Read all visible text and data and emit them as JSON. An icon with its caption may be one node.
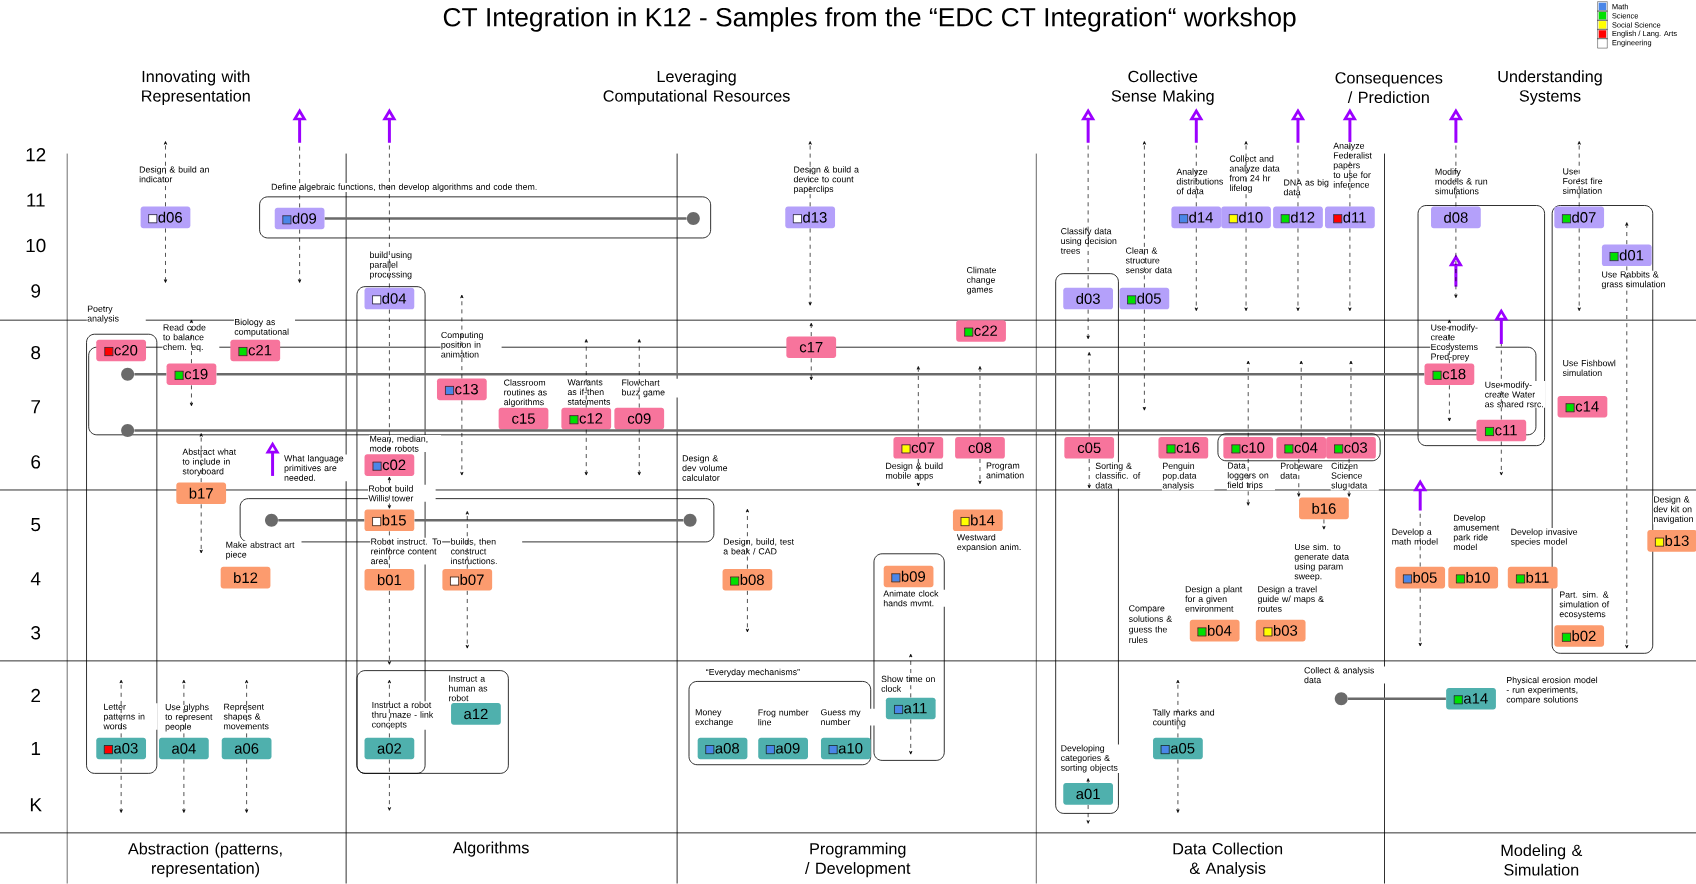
{
  "diagram": {
    "title": "CT Integration in K12 - Samples from the “EDC CT Integration“ workshop",
    "nodes": [
      {
        "text": [
          "d06"
        ],
        "beside": [
          "Design & build an indicator"
        ]
      },
      {
        "text": [
          "d09"
        ],
        "beside": [
          "Define algebraic functions, then develop algorithms and code them."
        ]
      },
      {
        "text": [
          "d04"
        ],
        "beside": [
          "build using parallel processing"
        ]
      },
      {
        "text": [
          "d13"
        ],
        "beside": [
          "Design & build a device to count paperclips"
        ]
      },
      {
        "text": [
          "d03"
        ],
        "beside": [
          "Classify data using decision trees"
        ]
      },
      {
        "text": [
          "d05"
        ],
        "beside": [
          "Clean & structure sensor data"
        ]
      },
      {
        "text": [
          "d14"
        ],
        "beside": [
          "Analyze distributions of data"
        ]
      },
      {
        "text": [
          "d10"
        ],
        "beside": [
          "Collect and analyze data from 24 hr lifelog"
        ]
      },
      {
        "text": [
          "d12"
        ],
        "beside": [
          "DNA as big data"
        ]
      },
      {
        "text": [
          "d11"
        ],
        "beside": [
          "Analyze Federalist papers to use for inference"
        ]
      },
      {
        "text": [
          "d08"
        ],
        "beside": [
          "Modify models & run simulations"
        ]
      },
      {
        "text": [
          "d07"
        ],
        "beside": [
          "Use Forest fire simulation"
        ]
      },
      {
        "text": [
          "d01"
        ],
        "beside": [
          "Use Rabbits & grass simulation"
        ]
      },
      {
        "text": [
          "c20"
        ],
        "beside": [
          "Poetry analysis"
        ]
      },
      {
        "text": [
          "c21"
        ],
        "beside": [
          "Biology as computational"
        ]
      },
      {
        "text": [
          "c19"
        ],
        "beside": [
          "Read code to balance chem. eq."
        ]
      },
      {
        "text": [
          "c13"
        ],
        "beside": [
          "Computing position in animation"
        ]
      },
      {
        "text": [
          "c15"
        ],
        "beside": [
          "Classroom routines as algorithms"
        ]
      },
      {
        "text": [
          "c12"
        ],
        "beside": [
          "Warrants as if-then statements"
        ]
      },
      {
        "text": [
          "c09"
        ],
        "beside": [
          "Flowchart buzz game"
        ]
      },
      {
        "text": [
          "c17"
        ]
      },
      {
        "text": [
          "c22"
        ],
        "beside": [
          "Climate change games"
        ]
      },
      {
        "text": [
          "c02"
        ],
        "beside": [
          "Mean, median, mode robots"
        ]
      },
      {
        "text": [
          "c07"
        ],
        "beside": [
          "Design & build mobile apps"
        ]
      },
      {
        "text": [
          "c08"
        ],
        "beside": [
          "Program animation"
        ]
      },
      {
        "text": [
          "c05"
        ],
        "beside": [
          "Sorting & classific. of data"
        ]
      },
      {
        "text": [
          "c16"
        ],
        "beside": [
          "Penguin pop.data analysis"
        ]
      },
      {
        "text": [
          "c10"
        ],
        "beside": [
          "Data loggers on field trips"
        ]
      },
      {
        "text": [
          "c04"
        ],
        "beside": [
          "Probeware data"
        ]
      },
      {
        "text": [
          "c03"
        ],
        "beside": [
          "Citizen Science slug data"
        ]
      },
      {
        "text": [
          "c18"
        ],
        "beside": [
          "Use-modify-create Ecosystems Pred-prey"
        ]
      },
      {
        "text": [
          "c11"
        ],
        "beside": [
          "Use-modify-create Water as shared rsrc."
        ]
      },
      {
        "text": [
          "c14"
        ],
        "beside": [
          "Use Fishbowl simulation"
        ]
      },
      {
        "text": [
          "b17"
        ],
        "beside": [
          "Abstract what to include in storyboard"
        ]
      },
      {
        "text": [
          "b15"
        ],
        "beside": [
          "Robot build Willis tower"
        ]
      },
      {
        "text": [
          "b12"
        ],
        "beside": [
          "Make abstract art piece"
        ]
      },
      {
        "text": [
          "b01"
        ],
        "beside": [
          "Robot instruct. To reinforce content area"
        ]
      },
      {
        "text": [
          "b07"
        ],
        "beside": [
          "builds, then construct instructions."
        ]
      },
      {
        "text": [
          "b08"
        ],
        "beside": [
          "Design, build, test a beak / CAD"
        ]
      },
      {
        "text": [
          "b09"
        ],
        "beside": [
          "Animate clock hands mvmt."
        ]
      },
      {
        "text": [
          "b14"
        ],
        "beside": [
          "Westward expansion anim."
        ]
      },
      {
        "text": [
          "b16"
        ],
        "beside": [
          "Use sim. to generate data using param sweep."
        ]
      },
      {
        "text": [
          "b04"
        ],
        "beside": [
          "Design a plant for a given environment"
        ]
      },
      {
        "text": [
          "b03"
        ],
        "beside": [
          "Design a travel guide w/ maps & routes"
        ]
      },
      {
        "text": [
          "b05"
        ],
        "beside": [
          "Develop a math model"
        ]
      },
      {
        "text": [
          "b10"
        ],
        "beside": [
          "Develop amusement park ride model"
        ]
      },
      {
        "text": [
          "b11"
        ],
        "beside": [
          "Develop invasive species model"
        ]
      },
      {
        "text": [
          "b02"
        ],
        "beside": [
          "Part. sim. & simulation of ecosystems"
        ]
      },
      {
        "text": [
          "b13"
        ],
        "beside": [
          "Design & dev kit on navigation"
        ]
      },
      {
        "text": [
          "a03"
        ],
        "beside": [
          "Letter patterns in words"
        ]
      },
      {
        "text": [
          "a04"
        ],
        "beside": [
          "Use glyphs to represent people"
        ]
      },
      {
        "text": [
          "a06"
        ],
        "beside": [
          "Represent shapes & movements"
        ]
      },
      {
        "text": [
          "a02"
        ],
        "beside": [
          "Instruct a robot thru maze - link concepts"
        ]
      },
      {
        "text": [
          "a12"
        ],
        "beside": [
          "Instruct a human as robot"
        ]
      },
      {
        "text": [
          "a08"
        ],
        "beside": [
          "Money exchange"
        ]
      },
      {
        "text": [
          "a09"
        ],
        "beside": [
          "Frog number line"
        ]
      },
      {
        "text": [
          "a10"
        ],
        "beside": [
          "Guess my number"
        ]
      },
      {
        "text": [
          "a11"
        ],
        "beside": [
          "Show time on clock"
        ]
      },
      {
        "text": [
          "a01"
        ],
        "beside": [
          "Developing categories & sorting objects"
        ]
      },
      {
        "text": [
          "a05"
        ],
        "beside": [
          "Tally marks and counting"
        ]
      },
      {
        "text": [
          "a14"
        ],
        "beside": [
          "Physical erosion model - run experiments, compare solutions"
        ]
      },
      {
        "text": [],
        "shape": "circle"
      },
      {
        "text": [],
        "shape": "circle"
      },
      {
        "text": [],
        "shape": "circle"
      },
      {
        "text": [],
        "shape": "circle",
        "beside": [
          "What language primitives are needed."
        ]
      },
      {
        "text": [],
        "shape": "circle",
        "beside": [
          "Design & dev volume calculator"
        ]
      },
      {
        "text": [],
        "shape": "circle",
        "beside": [
          "Collect & analysis data"
        ]
      }
    ],
    "edges": [
      {
        "from": 1,
        "to": 61,
        "arrow": "none",
        "color": "#6a6a6a"
      },
      {
        "from": 62,
        "to": 15,
        "arrow": "none",
        "color": "#6a6a6a"
      },
      {
        "from": 15,
        "to": 30,
        "arrow": "none",
        "color": "#6a6a6a"
      },
      {
        "from": 63,
        "to": 31,
        "arrow": "none",
        "color": "#6a6a6a"
      },
      {
        "from": 64,
        "to": 34,
        "arrow": "none",
        "color": "#6a6a6a"
      },
      {
        "from": 34,
        "to": 65,
        "arrow": "none",
        "color": "#6a6a6a"
      },
      {
        "from": 66,
        "to": 60,
        "arrow": "none",
        "color": "#6a6a6a"
      },
      {
        "from": 0,
        "to": null,
        "arrow": "to",
        "style": "dashed"
      },
      {
        "from": 0,
        "to": null,
        "arrow": "to",
        "style": "dashed"
      },
      {
        "from": 1,
        "to": null,
        "arrow": "none",
        "style": "dashed"
      },
      {
        "from": 1,
        "to": null,
        "arrow": "to",
        "style": "dashed"
      },
      {
        "from": 2,
        "to": null,
        "arrow": "none",
        "style": "dashed"
      },
      {
        "from": 2,
        "to": 22,
        "arrow": "none",
        "style": "dashed"
      },
      {
        "from": 22,
        "to": 34,
        "arrow": "both",
        "style": "dashed"
      },
      {
        "from": 34,
        "to": 36,
        "arrow": "none",
        "style": "dashed"
      },
      {
        "from": 36,
        "to": null,
        "arrow": "to",
        "style": "dashed"
      },
      {
        "from": 52,
        "to": null,
        "arrow": "to",
        "style": "dashed"
      },
      {
        "from": 52,
        "to": null,
        "arrow": "to",
        "style": "dashed"
      },
      {
        "from": 3,
        "to": null,
        "arrow": "to",
        "style": "dashed"
      },
      {
        "from": 3,
        "to": null,
        "arrow": "to",
        "style": "dashed"
      },
      {
        "from": 20,
        "to": null,
        "arrow": "to",
        "style": "dashed"
      },
      {
        "from": 20,
        "to": null,
        "arrow": "to",
        "style": "dashed"
      },
      {
        "from": 4,
        "to": null,
        "arrow": "none",
        "style": "dashed"
      },
      {
        "from": 4,
        "to": null,
        "arrow": "to",
        "style": "dashed"
      },
      {
        "from": 25,
        "to": null,
        "arrow": "to",
        "style": "dashed"
      },
      {
        "from": 25,
        "to": null,
        "arrow": "to",
        "style": "dashed"
      },
      {
        "from": 58,
        "to": null,
        "arrow": "to",
        "style": "dashed"
      },
      {
        "from": 58,
        "to": null,
        "arrow": "to",
        "style": "dashed"
      },
      {
        "from": 5,
        "to": null,
        "arrow": "to",
        "style": "dashed"
      },
      {
        "from": 5,
        "to": null,
        "arrow": "to",
        "style": "dashed"
      },
      {
        "from": 6,
        "to": null,
        "arrow": "none",
        "style": "dashed"
      },
      {
        "from": 6,
        "to": null,
        "arrow": "to",
        "style": "dashed"
      },
      {
        "from": 7,
        "to": null,
        "arrow": "to",
        "style": "dashed"
      },
      {
        "from": 7,
        "to": null,
        "arrow": "to",
        "style": "dashed"
      },
      {
        "from": 27,
        "to": null,
        "arrow": "to",
        "style": "dashed"
      },
      {
        "from": 27,
        "to": null,
        "arrow": "to",
        "style": "dashed"
      },
      {
        "from": 8,
        "to": null,
        "arrow": "none",
        "style": "dashed"
      },
      {
        "from": 8,
        "to": null,
        "arrow": "to",
        "style": "dashed"
      },
      {
        "from": 28,
        "to": null,
        "arrow": "to",
        "style": "dashed"
      },
      {
        "from": 28,
        "to": 41,
        "arrow": "to",
        "style": "dashed"
      },
      {
        "from": 9,
        "to": null,
        "arrow": "none",
        "style": "dashed"
      },
      {
        "from": 9,
        "to": null,
        "arrow": "to",
        "style": "dashed"
      },
      {
        "from": 29,
        "to": null,
        "arrow": "to",
        "style": "dashed"
      },
      {
        "from": 29,
        "to": 41,
        "arrow": "to",
        "style": "dashed"
      },
      {
        "from": 41,
        "to": null,
        "arrow": "to",
        "style": "dashed"
      },
      {
        "from": 10,
        "to": null,
        "arrow": "none",
        "style": "dashed"
      },
      {
        "from": 10,
        "to": null,
        "arrow": "to",
        "style": "dashed"
      },
      {
        "from": 30,
        "to": null,
        "arrow": "to",
        "style": "dashed"
      },
      {
        "from": 30,
        "to": null,
        "arrow": "to",
        "style": "dashed"
      },
      {
        "from": 31,
        "to": null,
        "arrow": "none",
        "style": "dashed"
      },
      {
        "from": 31,
        "to": null,
        "arrow": "to",
        "style": "dashed"
      },
      {
        "from": 11,
        "to": null,
        "arrow": "to",
        "style": "dashed"
      },
      {
        "from": 11,
        "to": null,
        "arrow": "to",
        "style": "dashed"
      },
      {
        "from": 12,
        "to": null,
        "arrow": "to",
        "style": "dashed"
      },
      {
        "from": 12,
        "to": null,
        "arrow": "to",
        "style": "dashed"
      },
      {
        "from": 15,
        "to": null,
        "arrow": "to",
        "style": "dashed"
      },
      {
        "from": 15,
        "to": null,
        "arrow": "to",
        "style": "dashed"
      },
      {
        "from": 16,
        "to": null,
        "arrow": "to",
        "style": "dashed"
      },
      {
        "from": 16,
        "to": null,
        "arrow": "to",
        "style": "dashed"
      },
      {
        "from": 18,
        "to": null,
        "arrow": "to",
        "style": "dashed"
      },
      {
        "from": 18,
        "to": null,
        "arrow": "to",
        "style": "dashed"
      },
      {
        "from": 19,
        "to": null,
        "arrow": "to",
        "style": "dashed"
      },
      {
        "from": 19,
        "to": null,
        "arrow": "to",
        "style": "dashed"
      },
      {
        "from": 23,
        "to": null,
        "arrow": "to",
        "style": "dashed"
      },
      {
        "from": 23,
        "to": null,
        "arrow": "to",
        "style": "dashed"
      },
      {
        "from": 24,
        "to": null,
        "arrow": "to",
        "style": "dashed"
      },
      {
        "from": 24,
        "to": null,
        "arrow": "to",
        "style": "dashed"
      },
      {
        "from": 33,
        "to": null,
        "arrow": "to",
        "style": "dashed"
      },
      {
        "from": 33,
        "to": null,
        "arrow": "to",
        "style": "dashed"
      },
      {
        "from": 37,
        "to": null,
        "arrow": "to",
        "style": "dashed"
      },
      {
        "from": 37,
        "to": null,
        "arrow": "to",
        "style": "dashed"
      },
      {
        "from": 38,
        "to": null,
        "arrow": "to",
        "style": "dashed"
      },
      {
        "from": 38,
        "to": null,
        "arrow": "to",
        "style": "dashed"
      },
      {
        "from": 44,
        "to": null,
        "arrow": "none",
        "style": "dashed"
      },
      {
        "from": 44,
        "to": null,
        "arrow": "to",
        "style": "dashed"
      },
      {
        "from": 57,
        "to": null,
        "arrow": "to",
        "style": "dashed"
      },
      {
        "from": 57,
        "to": null,
        "arrow": "to",
        "style": "dashed"
      },
      {
        "from": 49,
        "to": null,
        "arrow": "to",
        "style": "dashed"
      },
      {
        "from": 49,
        "to": null,
        "arrow": "to",
        "style": "dashed"
      },
      {
        "from": 50,
        "to": null,
        "arrow": "to",
        "style": "dashed"
      },
      {
        "from": 50,
        "to": null,
        "arrow": "to",
        "style": "dashed"
      },
      {
        "from": 51,
        "to": null,
        "arrow": "to",
        "style": "dashed"
      },
      {
        "from": 51,
        "to": null,
        "arrow": "to",
        "style": "dashed"
      },
      {
        "from": 59,
        "to": null,
        "arrow": "to",
        "style": "dashed"
      },
      {
        "from": 59,
        "to": null,
        "arrow": "to",
        "style": "dashed"
      }
    ],
    "labels": [
      "Innovating with Representation",
      "Leveraging Computational Resources",
      "Collective Sense Making",
      "Consequences / Prediction",
      "Understanding Systems",
      "12",
      "11",
      "10",
      "9",
      "8",
      "7",
      "6",
      "5",
      "4",
      "3",
      "2",
      "1",
      "K",
      "“Everyday mechanisms”",
      "Compare solutions & guess the rules",
      "Abstraction (patterns, representation)",
      "Algorithms",
      "Programming / Development",
      "Data Collection & Analysis",
      "Modeling & Simulation"
    ],
    "legend": [
      {
        "text": "Math",
        "color": "#4a86e8"
      },
      {
        "text": "Science",
        "color": "#00e000"
      },
      {
        "text": "Social Science",
        "color": "#ffff00"
      },
      {
        "text": "English / Lang. Arts",
        "color": "#ff0000"
      },
      {
        "text": "Engineering",
        "color": "#ffffff"
      }
    ]
  }
}
